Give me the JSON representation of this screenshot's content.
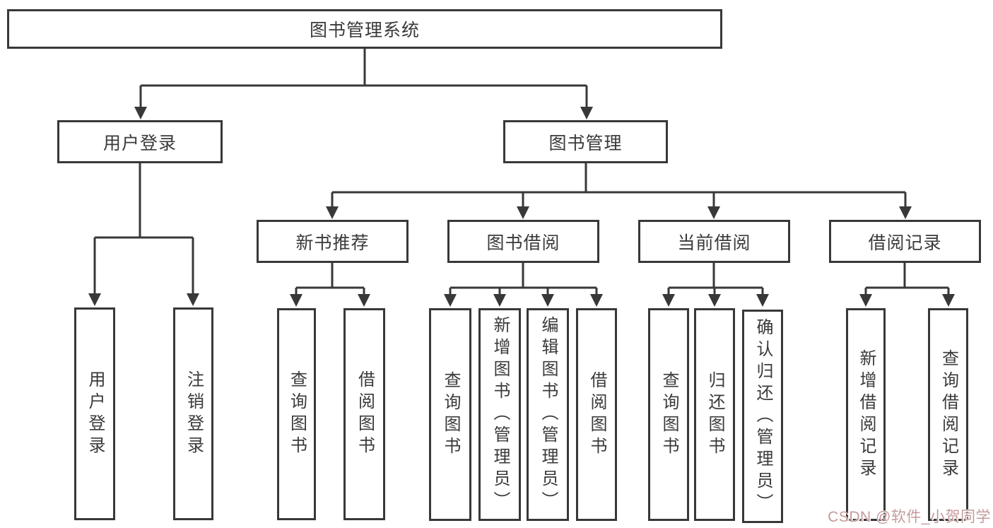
{
  "tree": {
    "label": "图书管理系统",
    "children": [
      {
        "label": "用户登录",
        "children": [
          {
            "label": "用户登录"
          },
          {
            "label": "注销登录"
          }
        ]
      },
      {
        "label": "图书管理",
        "children": [
          {
            "label": "新书推荐",
            "children": [
              {
                "label": "查询图书"
              },
              {
                "label": "借阅图书"
              }
            ]
          },
          {
            "label": "图书借阅",
            "children": [
              {
                "label": "查询图书"
              },
              {
                "label": "新增图书（管理员）"
              },
              {
                "label": "编辑图书（管理员）"
              },
              {
                "label": "借阅图书"
              }
            ]
          },
          {
            "label": "当前借阅",
            "children": [
              {
                "label": "查询图书"
              },
              {
                "label": "归还图书"
              },
              {
                "label": "确认归还（管理员）"
              }
            ]
          },
          {
            "label": "借阅记录",
            "children": [
              {
                "label": "新增借阅记录"
              },
              {
                "label": "查询借阅记录"
              }
            ]
          }
        ]
      }
    ]
  },
  "watermark": {
    "text": "CSDN @软件_小贺同学",
    "color": "#c59a9a"
  },
  "colors": {
    "line": "#383838",
    "box_border": "#383838",
    "text": "#3a3a3a",
    "background": "#ffffff"
  }
}
